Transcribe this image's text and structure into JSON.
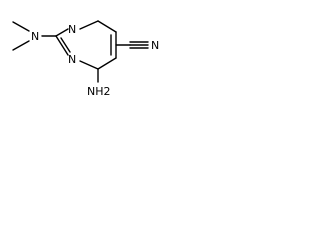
{
  "molecule": {
    "atom_labels": {
      "ring_n_top": "N",
      "ring_n_bottom": "N",
      "amine_n": "N",
      "nitrile_n": "N",
      "amino_nh2": "NH2"
    }
  }
}
